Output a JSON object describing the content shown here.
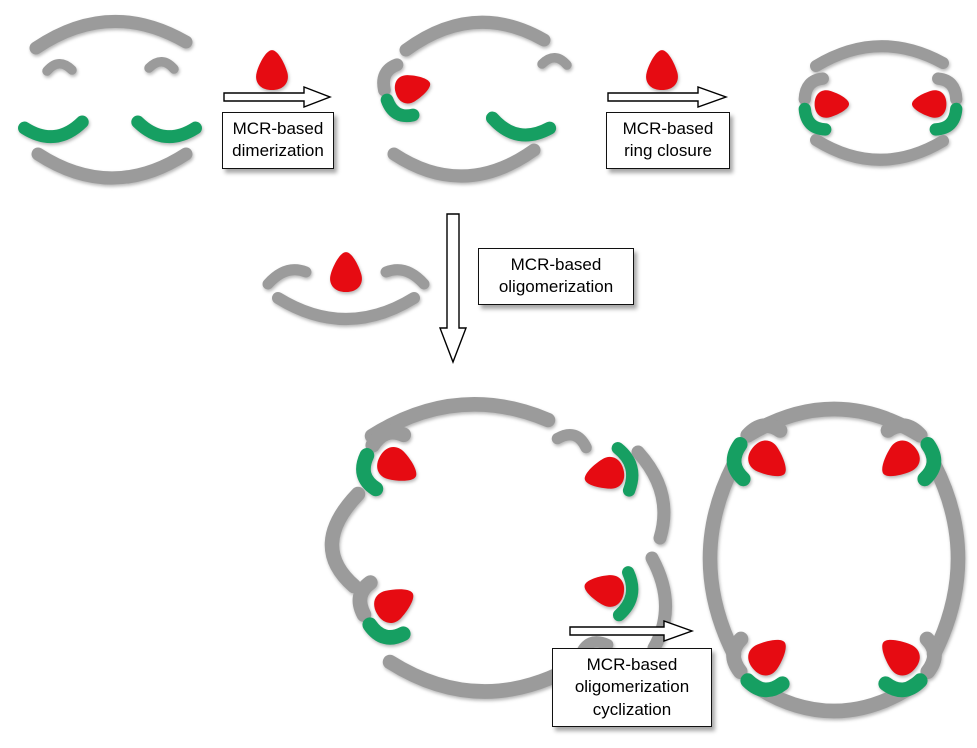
{
  "diagram": {
    "labels": {
      "dimerization": "MCR-based\ndimerization",
      "ring_closure": "MCR-based\nring closure",
      "oligomerization": "MCR-based\noligomerization",
      "oligomerization_cyclization": "MCR-based\noligomerization\ncyclization"
    },
    "colors": {
      "red": "#e60b12",
      "green": "#169f62",
      "gray": "#9b9b9b",
      "box_border": "#111111",
      "box_bg": "#ffffff",
      "background": "#ffffff"
    },
    "icons": {
      "right_arrow": "hollow-right-arrow",
      "down_arrow": "hollow-down-arrow",
      "red_blob": "red-building-block",
      "green_crescent": "green-anchor-crescent",
      "gray_arc": "gray-macrocycle-arc"
    }
  }
}
